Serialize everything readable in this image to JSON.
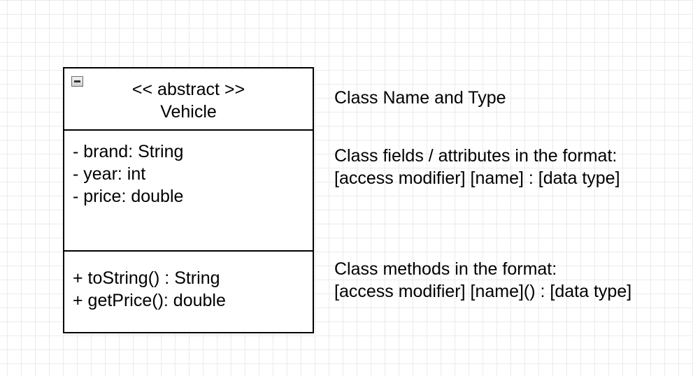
{
  "uml_class": {
    "stereotype": "<< abstract >>",
    "name": "Vehicle",
    "fields": [
      "- brand: String",
      "- year: int",
      "- price: double"
    ],
    "methods": [
      "+ toString() : String",
      "+ getPrice(): double"
    ]
  },
  "annotations": {
    "name_and_type": [
      "Class Name and Type"
    ],
    "fields": [
      "Class fields / attributes in the format:",
      "[access modifier] [name] : [data type]"
    ],
    "methods": [
      "Class methods in the format:",
      "[access modifier] [name]() : [data type]"
    ]
  },
  "colors": {
    "border": "#000000",
    "grid": "#ebebeb",
    "background": "#ffffff"
  },
  "icons": {
    "collapse_toggle": "collapse-minus-icon"
  }
}
